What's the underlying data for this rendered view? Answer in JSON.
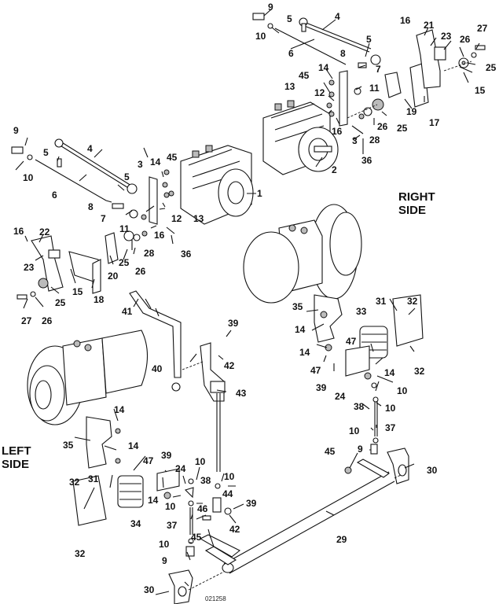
{
  "diagram": {
    "type": "exploded-parts-diagram",
    "section_labels": {
      "right": [
        "RIGHT",
        "SIDE"
      ],
      "left": [
        "LEFT",
        "SIDE"
      ]
    },
    "figure_number": "021258",
    "callouts": [
      {
        "id": "c1",
        "text": "9"
      },
      {
        "id": "c2",
        "text": "4"
      },
      {
        "id": "c3",
        "text": "5"
      },
      {
        "id": "c4",
        "text": "10"
      },
      {
        "id": "c5",
        "text": "5"
      },
      {
        "id": "c6",
        "text": "6"
      },
      {
        "id": "c7",
        "text": "8"
      },
      {
        "id": "c8",
        "text": "7"
      },
      {
        "id": "c9",
        "text": "14"
      },
      {
        "id": "c10",
        "text": "45"
      },
      {
        "id": "c11",
        "text": "11"
      },
      {
        "id": "c12",
        "text": "13"
      },
      {
        "id": "c13",
        "text": "12"
      },
      {
        "id": "c14",
        "text": "16"
      },
      {
        "id": "c15",
        "text": "3"
      },
      {
        "id": "c16",
        "text": "28"
      },
      {
        "id": "c17",
        "text": "36"
      },
      {
        "id": "c18",
        "text": "2"
      },
      {
        "id": "c19",
        "text": "26"
      },
      {
        "id": "c20",
        "text": "25"
      },
      {
        "id": "c21",
        "text": "19"
      },
      {
        "id": "c22",
        "text": "17"
      },
      {
        "id": "c23",
        "text": "16"
      },
      {
        "id": "c24",
        "text": "21"
      },
      {
        "id": "c25",
        "text": "23"
      },
      {
        "id": "c26",
        "text": "26"
      },
      {
        "id": "c27",
        "text": "27"
      },
      {
        "id": "c28",
        "text": "25"
      },
      {
        "id": "c29",
        "text": "15"
      },
      {
        "id": "c30",
        "text": "9"
      },
      {
        "id": "c31",
        "text": "4"
      },
      {
        "id": "c32",
        "text": "5"
      },
      {
        "id": "c33",
        "text": "10"
      },
      {
        "id": "c34",
        "text": "6"
      },
      {
        "id": "c35",
        "text": "5"
      },
      {
        "id": "c36",
        "text": "3"
      },
      {
        "id": "c37",
        "text": "14"
      },
      {
        "id": "c38",
        "text": "45"
      },
      {
        "id": "c39",
        "text": "1"
      },
      {
        "id": "c40",
        "text": "8"
      },
      {
        "id": "c41",
        "text": "7"
      },
      {
        "id": "c42",
        "text": "12"
      },
      {
        "id": "c43",
        "text": "13"
      },
      {
        "id": "c44",
        "text": "11"
      },
      {
        "id": "c45",
        "text": "16"
      },
      {
        "id": "c46",
        "text": "36"
      },
      {
        "id": "c47",
        "text": "16"
      },
      {
        "id": "c48",
        "text": "22"
      },
      {
        "id": "c49",
        "text": "23"
      },
      {
        "id": "c50",
        "text": "28"
      },
      {
        "id": "c51",
        "text": "25"
      },
      {
        "id": "c52",
        "text": "26"
      },
      {
        "id": "c53",
        "text": "20"
      },
      {
        "id": "c54",
        "text": "15"
      },
      {
        "id": "c55",
        "text": "18"
      },
      {
        "id": "c56",
        "text": "25"
      },
      {
        "id": "c57",
        "text": "27"
      },
      {
        "id": "c58",
        "text": "26"
      },
      {
        "id": "c59",
        "text": "41"
      },
      {
        "id": "c60",
        "text": "35"
      },
      {
        "id": "c61",
        "text": "31"
      },
      {
        "id": "c62",
        "text": "32"
      },
      {
        "id": "c63",
        "text": "14"
      },
      {
        "id": "c64",
        "text": "33"
      },
      {
        "id": "c65",
        "text": "14"
      },
      {
        "id": "c66",
        "text": "47"
      },
      {
        "id": "c67",
        "text": "47"
      },
      {
        "id": "c68",
        "text": "32"
      },
      {
        "id": "c69",
        "text": "14"
      },
      {
        "id": "c70",
        "text": "39"
      },
      {
        "id": "c71",
        "text": "10"
      },
      {
        "id": "c72",
        "text": "24"
      },
      {
        "id": "c73",
        "text": "38"
      },
      {
        "id": "c74",
        "text": "10"
      },
      {
        "id": "c75",
        "text": "37"
      },
      {
        "id": "c76",
        "text": "10"
      },
      {
        "id": "c77",
        "text": "9"
      },
      {
        "id": "c78",
        "text": "45"
      },
      {
        "id": "c79",
        "text": "30"
      },
      {
        "id": "c80",
        "text": "39"
      },
      {
        "id": "c81",
        "text": "42"
      },
      {
        "id": "c82",
        "text": "40"
      },
      {
        "id": "c83",
        "text": "43"
      },
      {
        "id": "c84",
        "text": "14"
      },
      {
        "id": "c85",
        "text": "35"
      },
      {
        "id": "c86",
        "text": "14"
      },
      {
        "id": "c87",
        "text": "47"
      },
      {
        "id": "c88",
        "text": "39"
      },
      {
        "id": "c89",
        "text": "24"
      },
      {
        "id": "c90",
        "text": "10"
      },
      {
        "id": "c91",
        "text": "32"
      },
      {
        "id": "c92",
        "text": "31"
      },
      {
        "id": "c93",
        "text": "38"
      },
      {
        "id": "c94",
        "text": "10"
      },
      {
        "id": "c95",
        "text": "14"
      },
      {
        "id": "c96",
        "text": "10"
      },
      {
        "id": "c97",
        "text": "44"
      },
      {
        "id": "c98",
        "text": "39"
      },
      {
        "id": "c99",
        "text": "34"
      },
      {
        "id": "c100",
        "text": "46"
      },
      {
        "id": "c101",
        "text": "42"
      },
      {
        "id": "c102",
        "text": "37"
      },
      {
        "id": "c103",
        "text": "32"
      },
      {
        "id": "c104",
        "text": "10"
      },
      {
        "id": "c105",
        "text": "45"
      },
      {
        "id": "c106",
        "text": "29"
      },
      {
        "id": "c107",
        "text": "9"
      },
      {
        "id": "c108",
        "text": "30"
      }
    ]
  }
}
